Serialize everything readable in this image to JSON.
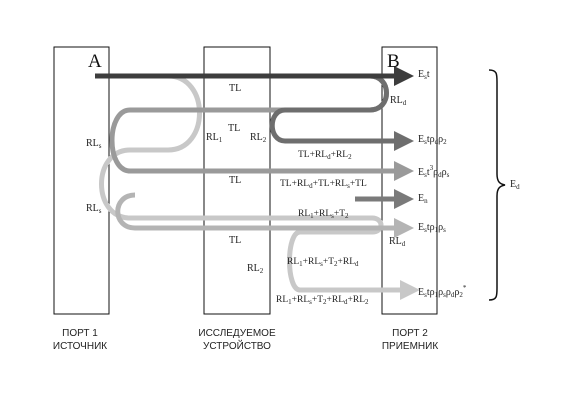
{
  "blocks": {
    "port1_letter": "A",
    "port2_letter": "B"
  },
  "captions": {
    "port1": [
      "ПОРТ 1",
      "ИСТОЧНИК"
    ],
    "device": [
      "ИССЛЕДУЕМОЕ",
      "УСТРОЙСТВО"
    ],
    "port2": [
      "ПОРТ 2",
      "ПРИЕМНИК"
    ]
  },
  "brace_label": {
    "base": "E",
    "sub": "d"
  },
  "colors": {
    "path1": "#3d3d3d",
    "path2": "#6e6e6e",
    "path3": "#9a9a9a",
    "path4": "#b4b4b4",
    "path5": "#c8c8c8",
    "en_arrow": "#7a7a7a"
  },
  "labels": {
    "tl_a": "TL",
    "rl_d_top": {
      "base": "RL",
      "sub": "d"
    },
    "rl_s_a": {
      "base": "RL",
      "sub": "s"
    },
    "tl_b": "TL",
    "rl1": {
      "base": "RL",
      "sub": "1"
    },
    "rl2": {
      "base": "RL",
      "sub": "2"
    },
    "tl_c": "TL",
    "rl_s_b": {
      "base": "RL",
      "sub": "s"
    },
    "tl_d": "TL",
    "rl_d_bot": {
      "base": "RL",
      "sub": "d"
    },
    "rl2_b": {
      "base": "RL",
      "sub": "2"
    }
  },
  "formulas": {
    "f1": "TL+RLd+RL2",
    "f2": "TL+RLd+TL+RLs+TL",
    "f3": "RL1+RLs+T2",
    "f4": "RL1+RLs+T2+RLd",
    "f5": "RL1+RLs+T2+RLd+RL2"
  },
  "outputs": {
    "o1": "Est",
    "o2": "Estρdρ2",
    "o3": "Est3ρdρs",
    "o4": "En",
    "o5": "Estρ1ρs",
    "o6": "Estρ1ρsρdρ2*"
  }
}
